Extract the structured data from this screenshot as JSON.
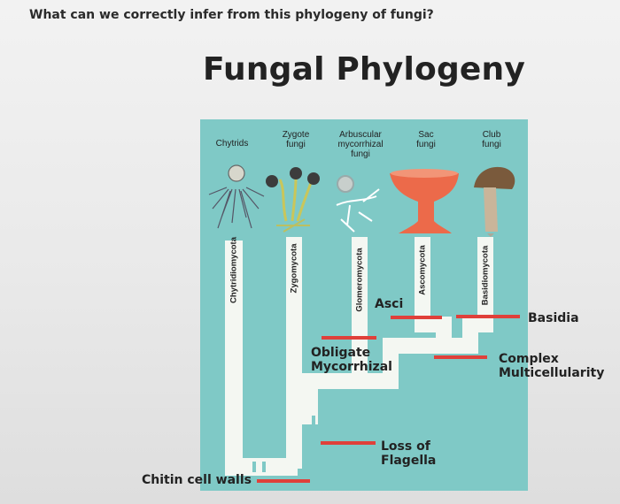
{
  "question": "What can we correctly infer from this phylogeny of fungi?",
  "title": "Fungal Phylogeny",
  "clades": [
    {
      "label": "Chytrids",
      "phylum": "Chytridiomycota"
    },
    {
      "label": "Zygote\nfungi",
      "phylum": "Zygomycota"
    },
    {
      "label": "Arbuscular\nmycorrhizal\nfungi",
      "phylum": "Glomeromycota"
    },
    {
      "label": "Sac\nfungi",
      "phylum": "Ascomycota"
    },
    {
      "label": "Club\nfungi",
      "phylum": "Basidiomycota"
    }
  ],
  "traits": {
    "chitin": "Chitin cell walls",
    "flagella": "Loss of\nFlagella",
    "obligate": "Obligate\nMycorrhizal",
    "asci": "Asci",
    "basidia": "Basidia",
    "multicell": "Complex\nMulticellularity"
  },
  "colors": {
    "panel": "#7fc9c6",
    "branch": "#f4f7f2",
    "marker": "#e0403a"
  }
}
